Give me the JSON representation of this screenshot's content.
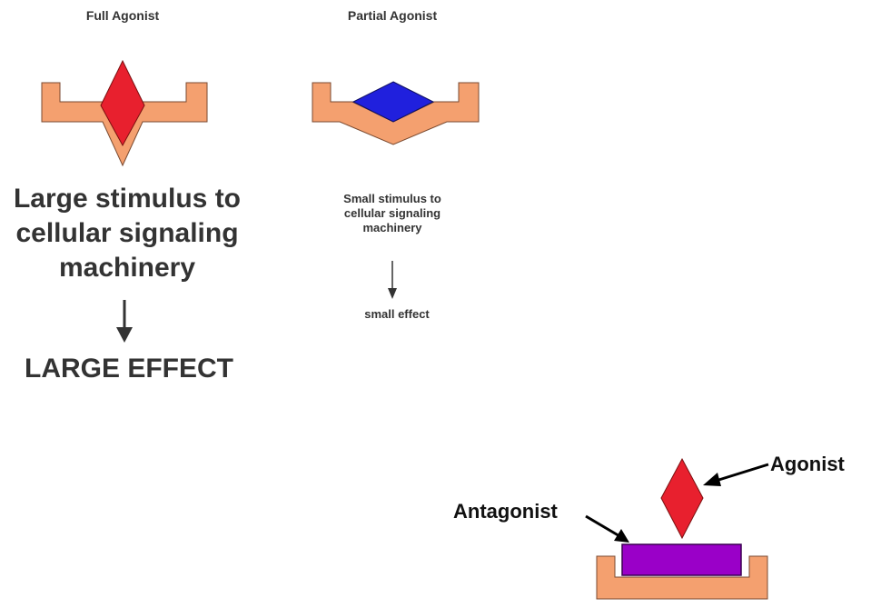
{
  "full_agonist": {
    "title": "Full Agonist",
    "stimulus_lines": [
      "Large stimulus to",
      "cellular signaling",
      "machinery"
    ],
    "effect": "LARGE EFFECT",
    "receptor_color": "#f4a06f",
    "ligand_color": "#e8202e"
  },
  "partial_agonist": {
    "title": "Partial Agonist",
    "stimulus_lines": [
      "Small stimulus to",
      "cellular signaling",
      "machinery"
    ],
    "effect": "small effect",
    "receptor_color": "#f4a06f",
    "ligand_color": "#2020dd"
  },
  "antagonist": {
    "antagonist_label": "Antagonist",
    "agonist_label": "Agonist",
    "receptor_color": "#f4a06f",
    "antagonist_color": "#9a00c8",
    "agonist_color": "#e8202e"
  }
}
